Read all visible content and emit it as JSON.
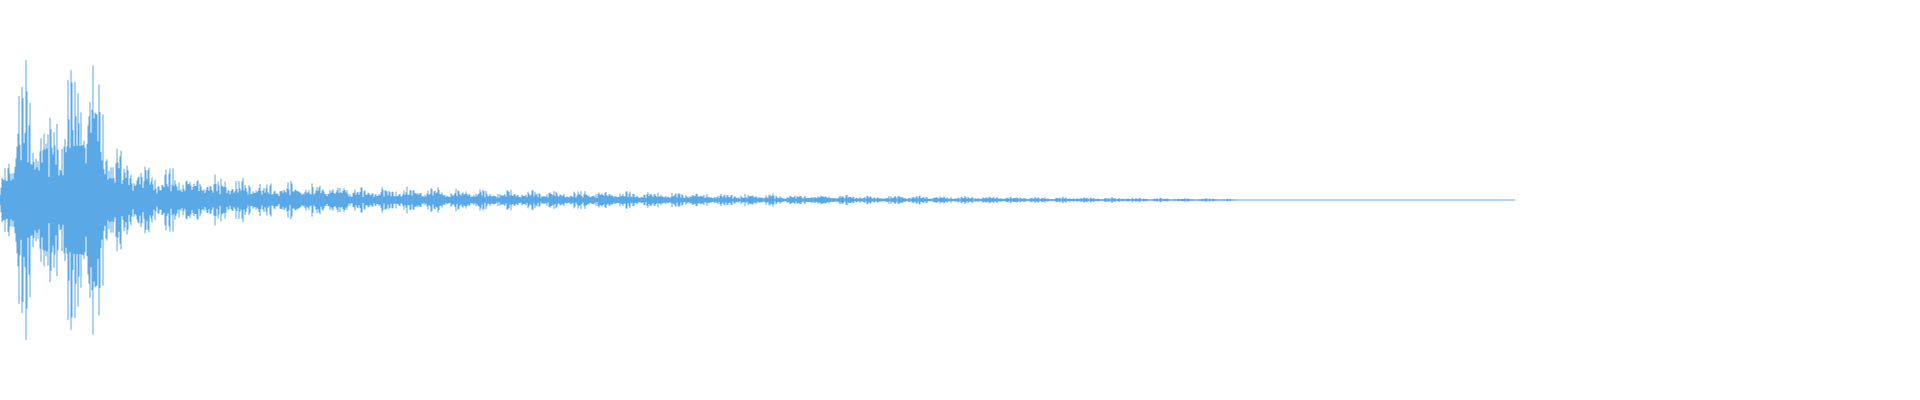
{
  "waveform": {
    "color": "#5aa9e6",
    "background": "#ffffff",
    "envelope": [
      {
        "t": 0.0,
        "a": 0.1
      },
      {
        "t": 0.006,
        "a": 0.45
      },
      {
        "t": 0.012,
        "a": 0.9
      },
      {
        "t": 0.018,
        "a": 0.65
      },
      {
        "t": 0.024,
        "a": 0.55
      },
      {
        "t": 0.03,
        "a": 0.75
      },
      {
        "t": 0.036,
        "a": 0.85
      },
      {
        "t": 0.042,
        "a": 0.95
      },
      {
        "t": 0.048,
        "a": 1.0
      },
      {
        "t": 0.054,
        "a": 0.6
      },
      {
        "t": 0.06,
        "a": 0.35
      },
      {
        "t": 0.066,
        "a": 0.3
      },
      {
        "t": 0.075,
        "a": 0.25
      },
      {
        "t": 0.085,
        "a": 0.22
      },
      {
        "t": 0.1,
        "a": 0.18
      },
      {
        "t": 0.12,
        "a": 0.14
      },
      {
        "t": 0.14,
        "a": 0.12
      },
      {
        "t": 0.16,
        "a": 0.11
      },
      {
        "t": 0.2,
        "a": 0.09
      },
      {
        "t": 0.25,
        "a": 0.07
      },
      {
        "t": 0.3,
        "a": 0.06
      },
      {
        "t": 0.35,
        "a": 0.05
      },
      {
        "t": 0.4,
        "a": 0.04
      },
      {
        "t": 0.45,
        "a": 0.03
      },
      {
        "t": 0.5,
        "a": 0.025
      },
      {
        "t": 0.55,
        "a": 0.02
      },
      {
        "t": 0.6,
        "a": 0.015
      },
      {
        "t": 0.64,
        "a": 0.01
      },
      {
        "t": 0.645,
        "a": 0.0
      },
      {
        "t": 1.0,
        "a": 0.0
      }
    ]
  }
}
